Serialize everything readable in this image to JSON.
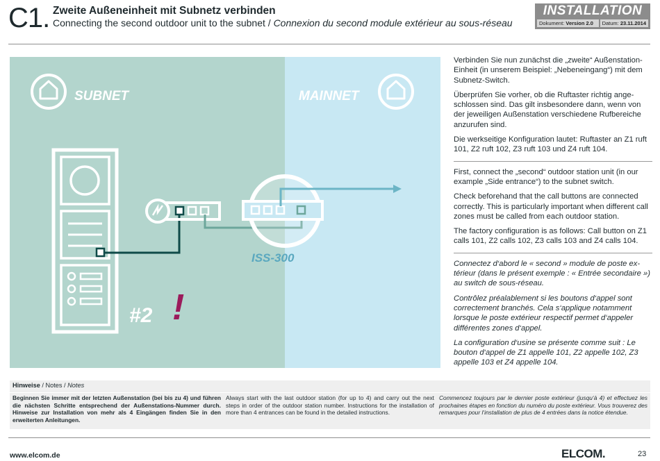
{
  "header": {
    "code": "C1",
    "code_dot": ".",
    "title_de": "Zweite Außeneinheit mit Subnetz verbinden",
    "subtitle_en": "Connecting the second outdoor unit to the subnet /",
    "subtitle_fr": "Connexion du second module extérieur au sous-réseau"
  },
  "badge": {
    "title": "INSTALLATION",
    "doc_label": "Dokument:",
    "doc_value": "Version 2.0",
    "date_label": "Datum:",
    "date_value": "23.11.2014",
    "color": "#8c8c8c"
  },
  "diagram": {
    "subnet_label": "SUBNET",
    "mainnet_label": "MAINNET",
    "switch_label": "ISS-300",
    "unit_number": "#2",
    "alert_mark": "!",
    "colors": {
      "subnet_bg": "#b3d5cd",
      "mainnet_bg": "#c8e8f3",
      "subnet_line": "#0f4a48",
      "main_line": "#6cb5c6",
      "alert": "#9b1b5b"
    }
  },
  "text": {
    "de": [
      "Verbinden Sie nun zunächst die „zweite“ Außensta­tion-Einheit (in unserem Beispiel: „Nebeneingang“) mit dem Subnetz-Switch.",
      "Überprüfen Sie vorher, ob die Ruftaster richtig ange­schlossen sind. Das gilt insbesondere dann, wenn von der jeweiligen Außenstation verschiedene Ruf­bereiche anzurufen sind.",
      "Die werkseitige Konfiguration lautet: Ruftaster an Z1 ruft 101, Z2 ruft 102, Z3 ruft 103 und Z4 ruft 104."
    ],
    "en": [
      "First, connect the „second“ outdoor station unit (in our example „Side entrance“) to the subnet switch.",
      "Check beforehand that the call buttons are connected correctly. This is particularly important when different call zones must be called from each outdoor station.",
      "The factory configuration is as follows: Call button on Z1 calls 101, Z2 calls 102, Z3 calls 103 and Z4 calls 104."
    ],
    "fr": [
      "Connectez d‘abord le « second » module de poste ex­térieur (dans le présent exemple : « Entrée secondaire ») au switch de sous-réseau.",
      "Contrôlez préalablement si les boutons d‘appel sont correctement branchés. Cela s‘applique notamment lorsque le poste extérieur respectif permet d‘appeler différentes zones d‘appel.",
      "La configuration d‘usine se présente comme suit : Le bouton d‘appel de Z1 appelle 101, Z2 appelle 102, Z3 appelle 103 et Z4 appelle 104."
    ]
  },
  "notes": {
    "head_de": "Hinweise",
    "head_en": " / Notes / ",
    "head_fr": "Notes",
    "de": "Beginnen Sie immer mit der letzten Außenstation (bei bis zu 4) und führen die nächsten Schritte entsprechend der Außenstations-Num­mer durch. Hinweise zur Installation von mehr als 4 Eingängen finden Sie in den erweiterten Anleitungen.",
    "en": "Always start with the last outdoor station (for up to 4) and carry out the next steps in order of the outdoor station number. Instructions for the installation of more than 4 entrances can be found in the detailed instructions.",
    "fr": "Commencez toujours par le dernier poste extérieur (jusqu‘à 4) et effectu­ez les prochaines étapes en fonction du numéro du poste extérieur. Vous trouverez des remarques pour l‘installation de plus de 4 entrées dans la notice étendue."
  },
  "footer": {
    "url": "www.elcom.de",
    "logo": "ELCOM.",
    "page": "23"
  }
}
